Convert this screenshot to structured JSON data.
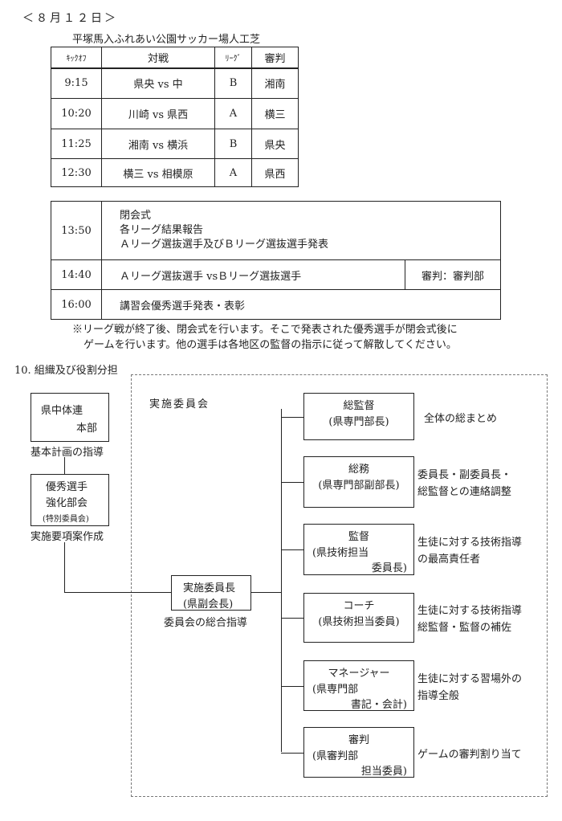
{
  "date": "＜８月１２日＞",
  "venue": "平塚馬入ふれあい公園サッカー場人工芝",
  "schedule": {
    "headers": [
      "ｷｯｸｵﾌ",
      "対戦",
      "ﾘｰｸﾞ",
      "審判"
    ],
    "rows": [
      {
        "time": "9:15",
        "match": "県央 vs 中",
        "league": "B",
        "referee": "湘南"
      },
      {
        "time": "10:20",
        "match": "川崎 vs 県西",
        "league": "A",
        "referee": "横三"
      },
      {
        "time": "11:25",
        "match": "湘南 vs 横浜",
        "league": "B",
        "referee": "県央"
      },
      {
        "time": "12:30",
        "match": "横三 vs 相模原",
        "league": "A",
        "referee": "県西"
      }
    ]
  },
  "closing": {
    "rows": [
      {
        "time": "13:50",
        "lines": [
          "閉会式",
          "各リーグ結果報告",
          "Ａリーグ選抜選手及びＢリーグ選抜選手発表"
        ]
      },
      {
        "time": "14:40",
        "text": "Ａリーグ選抜選手 vsＢリーグ選抜選手",
        "referee": "審判：審判部"
      },
      {
        "time": "16:00",
        "text": "講習会優秀選手発表・表彰"
      }
    ],
    "note": [
      "※リーグ戦が終了後、閉会式を行います。そこで発表された優秀選手が閉会式後に",
      "ゲームを行います。他の選手は各地区の監督の指示に従って解散してください。"
    ]
  },
  "org": {
    "heading": "10. 組織及び役割分担",
    "committee_label": "実施委員会",
    "hq": {
      "line1": "県中体連",
      "line2": "本部",
      "caption": "基本計画の指導"
    },
    "elite": {
      "line1": "優秀選手",
      "line2": "強化部会",
      "line3": "(特別委員会)",
      "caption": "実施要項案作成"
    },
    "chair": {
      "line1": "実施委員長",
      "line2": "(県副会長)",
      "caption": "委員会の総合指導"
    },
    "roles": [
      {
        "title": "総監督",
        "sub": [
          "(県専門部長)"
        ],
        "desc": [
          "全体の総まとめ"
        ]
      },
      {
        "title": "総務",
        "sub": [
          "(県専門部副部長)"
        ],
        "desc": [
          "委員長・副委員長・",
          "総監督との連絡調整"
        ]
      },
      {
        "title": "監督",
        "sub": [
          "(県技術担当",
          "委員長)"
        ],
        "desc": [
          "生徒に対する技術指導",
          "の最高責任者"
        ]
      },
      {
        "title": "コーチ",
        "sub": [
          "(県技術担当委員)"
        ],
        "desc": [
          "生徒に対する技術指導",
          "総監督・監督の補佐"
        ]
      },
      {
        "title": "マネージャー",
        "sub": [
          "(県専門部",
          "書記・会計)"
        ],
        "desc": [
          "生徒に対する習場外の",
          "指導全般"
        ]
      },
      {
        "title": "審判",
        "sub": [
          "(県審判部",
          "担当委員)"
        ],
        "desc": [
          "ゲームの審判割り当て"
        ]
      }
    ]
  }
}
